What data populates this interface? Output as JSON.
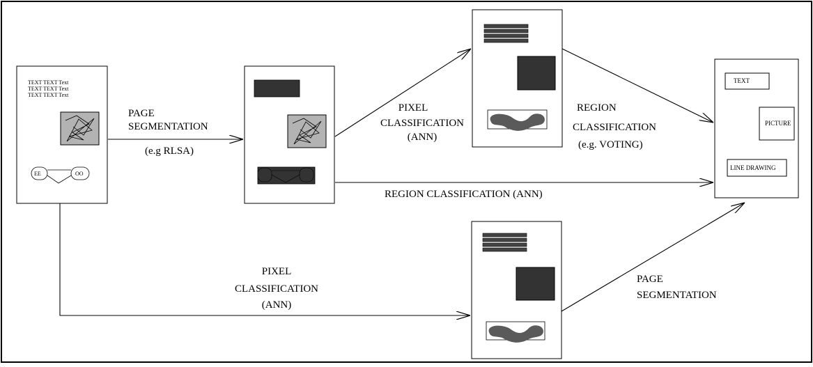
{
  "input_page": {
    "text_lines": [
      "TEXT TEXT Text",
      "TEXT TEXT Text",
      "TEXT TEXT Text"
    ],
    "node_left": "EE",
    "node_right": "OO"
  },
  "labels": {
    "page_seg_1": {
      "line1": "PAGE",
      "line2": "SEGMENTATION",
      "line3": "(e.g RLSA)"
    },
    "pixel_class_top": {
      "line1": "PIXEL",
      "line2": "CLASSIFICATION",
      "line3": "(ANN)"
    },
    "region_class_voting": {
      "line1": "REGION",
      "line2": "CLASSIFICATION",
      "line3": "(e.g. VOTING)"
    },
    "region_class_ann": "REGION CLASSIFICATION (ANN)",
    "pixel_class_bottom": {
      "line1": "PIXEL",
      "line2": "CLASSIFICATION",
      "line3": "(ANN)"
    },
    "page_seg_2": {
      "line1": "PAGE",
      "line2": "SEGMENTATION"
    }
  },
  "output_page": {
    "text_box": "TEXT",
    "picture_box": "PICTURE",
    "line_drawing_box": "LINE DRAWING"
  },
  "colors": {
    "dark_block": "#333333",
    "gray_block": "#b3b3b3",
    "blob": "#5a5a5a"
  }
}
